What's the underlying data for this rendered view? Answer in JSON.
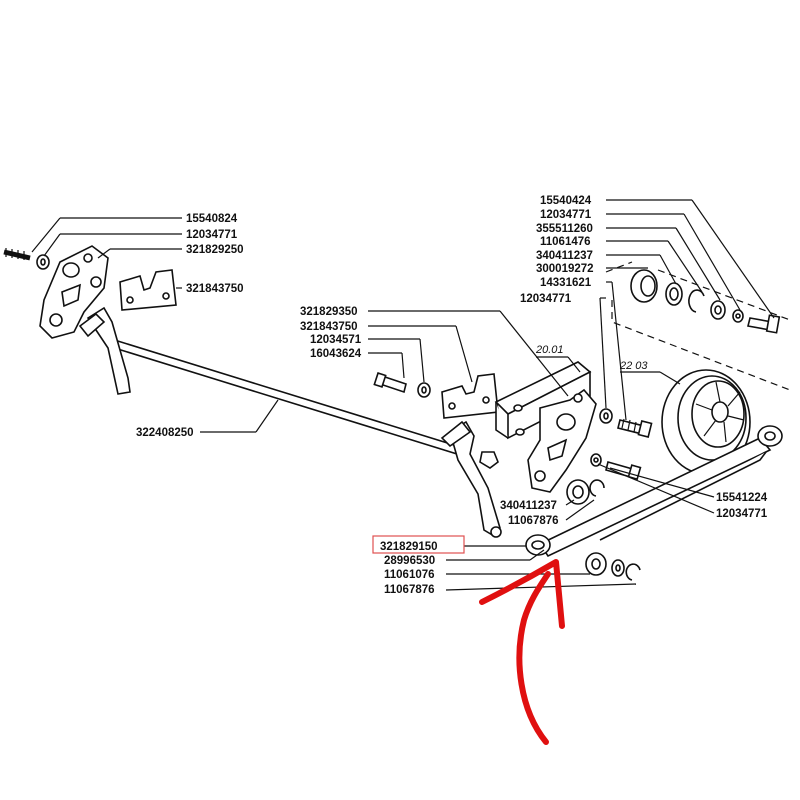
{
  "part_labels": {
    "p15540824": "15540824",
    "p12034771_left": "12034771",
    "p321829250": "321829250",
    "p321843750_left": "321843750",
    "p322408250": "322408250",
    "p321829350": "321829350",
    "p321843750_mid": "321843750",
    "p12034571": "12034571",
    "p16043624": "16043624",
    "p15540424": "15540424",
    "p12034771_r1": "12034771",
    "p355511260": "355511260",
    "p11061476": "11061476",
    "p340411237_top": "340411237",
    "p300019272": "300019272",
    "p14331621": "14331621",
    "p12034771_r2": "12034771",
    "p340411237_mid": "340411237",
    "p11067876_mid": "11067876",
    "p15541224": "15541224",
    "p12034771_r3": "12034771",
    "p321829150": "321829150",
    "p28996530": "28996530",
    "p11061076": "11061076",
    "p11067876_bottom": "11067876"
  },
  "references": {
    "ref_2001": "20.01",
    "ref_2203": "22 03"
  },
  "annotation": {
    "highlight_color": "#e05050",
    "arrow_color": "#e01010"
  }
}
